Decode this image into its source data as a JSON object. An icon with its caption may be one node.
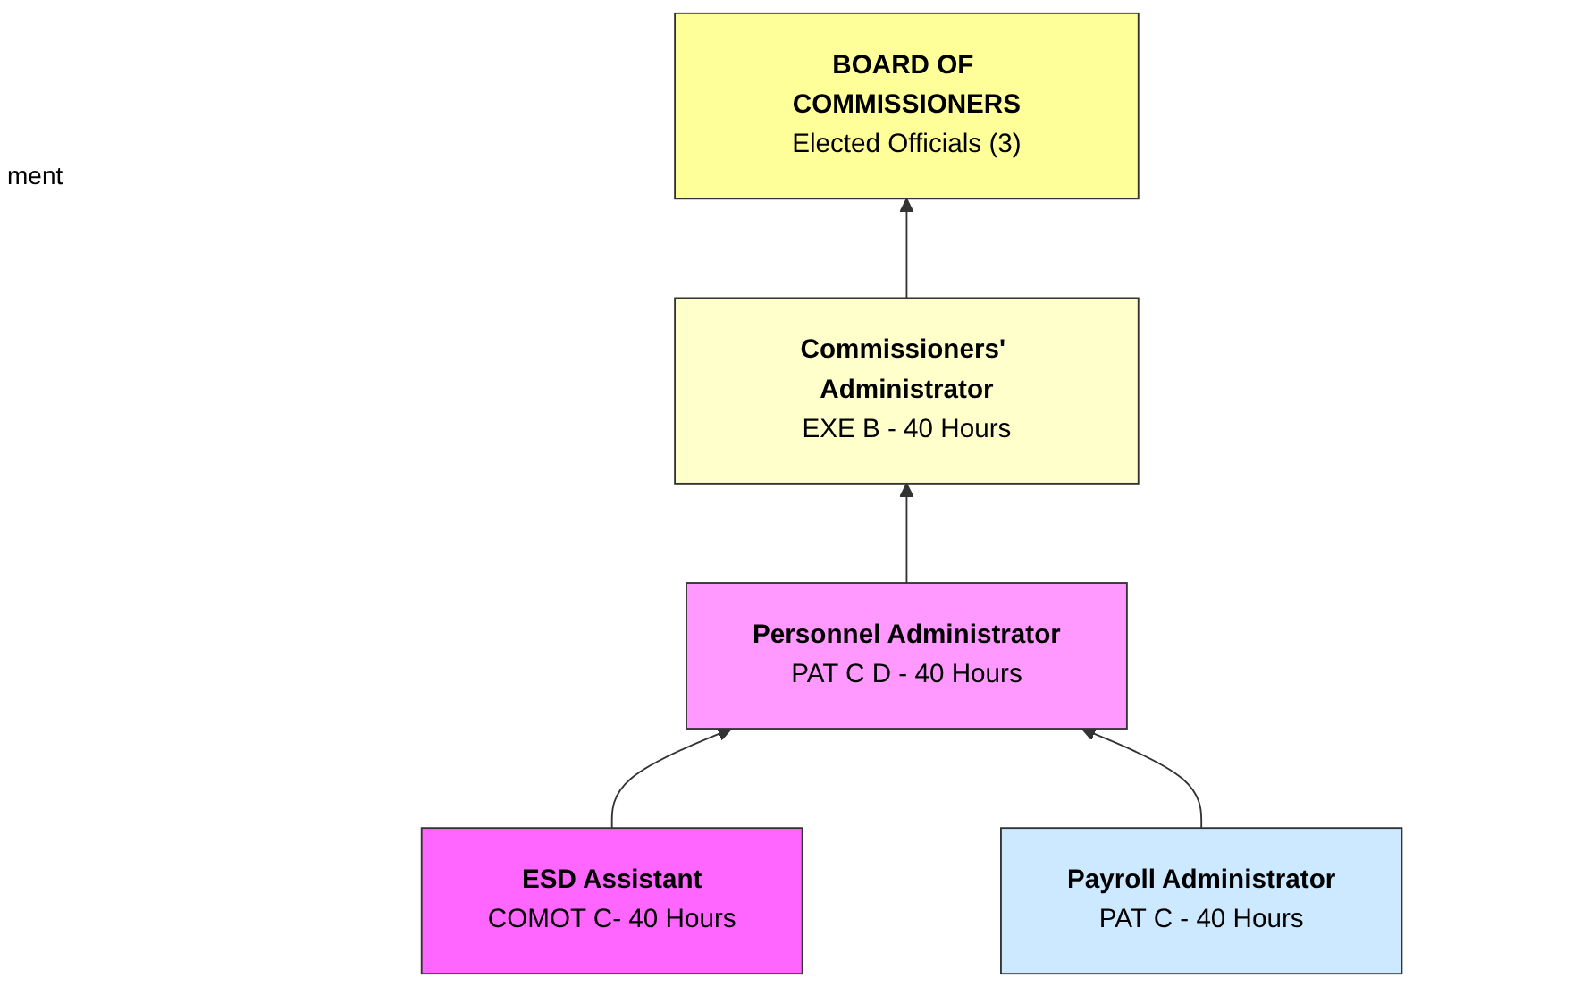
{
  "diagram": {
    "nodes": [
      {
        "text": [
          "BOARD OF COMMISSIONERS",
          "Elected Officials (3)"
        ]
      },
      {
        "text": [
          "Commissioners' Administrator",
          "EXE B - 40 Hours"
        ]
      },
      {
        "text": [
          "Personnel Administrator",
          "PAT C D - 40 Hours"
        ]
      },
      {
        "text": [
          "ESD Assistant",
          "COMOT C- 40 Hours"
        ]
      },
      {
        "text": [
          "Payroll Administrator",
          "PAT C - 40 Hours"
        ]
      }
    ],
    "edges": [
      {
        "from": 1,
        "to": 0,
        "arrow": "to"
      },
      {
        "from": 2,
        "to": 1,
        "arrow": "to"
      },
      {
        "from": 3,
        "to": 2,
        "arrow": "to"
      },
      {
        "from": 4,
        "to": 2,
        "arrow": "to"
      }
    ],
    "labels": [
      "ment"
    ]
  }
}
